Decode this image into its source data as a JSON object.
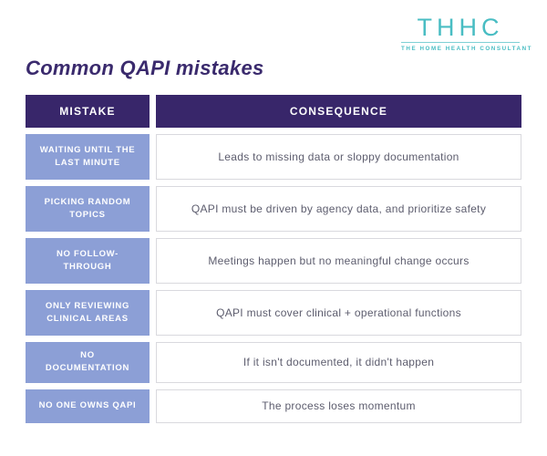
{
  "logo": {
    "word": "THHC",
    "tagline": "THE HOME HEALTH CONSULTANT",
    "color": "#49bdc3"
  },
  "page": {
    "title": "Common QAPI mistakes",
    "title_color": "#3a2a6d"
  },
  "table": {
    "header_bg": "#38266a",
    "mistake_bg": "#8c9fd6",
    "headers": {
      "mistake": "MISTAKE",
      "consequence": "CONSEQUENCE"
    },
    "rows": [
      {
        "mistake": "WAITING UNTIL THE LAST MINUTE",
        "consequence": "Leads to missing data or sloppy documentation"
      },
      {
        "mistake": "PICKING RANDOM TOPICS",
        "consequence": "QAPI must be driven by agency data, and prioritize safety"
      },
      {
        "mistake": "NO FOLLOW-THROUGH",
        "consequence": "Meetings happen but no meaningful change occurs"
      },
      {
        "mistake": "ONLY REVIEWING CLINICAL AREAS",
        "consequence": "QAPI must cover clinical + operational functions"
      },
      {
        "mistake": "NO DOCUMENTATION",
        "consequence": "If it isn't documented, it didn't happen"
      },
      {
        "mistake": "NO ONE OWNS QAPI",
        "consequence": "The process loses momentum"
      }
    ]
  }
}
